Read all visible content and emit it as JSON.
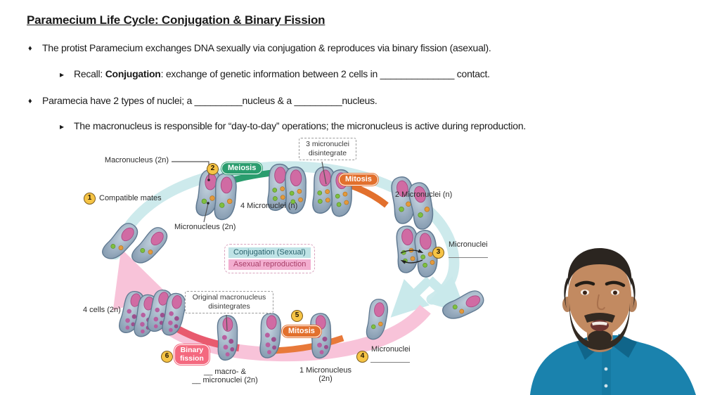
{
  "slide": {
    "title": "Paramecium Life Cycle: Conjugation & Binary Fission",
    "bullet_glyph": "♦",
    "subbullet_glyph": "▸",
    "bullet1": "The protist Paramecium exchanges DNA sexually via conjugation & reproduces via binary fission (asexual).",
    "bullet2_prefix": "Recall: ",
    "bullet2_bold": "Conjugation",
    "bullet2_rest": ": exchange of genetic information between 2 cells in ______________ contact.",
    "bullet3": "Paramecia have 2 types of nuclei; a _________nucleus & a _________nucleus.",
    "bullet4": "The macronucleus is responsible for “day-to-day” operations; the micronucleus is active during reproduction."
  },
  "diagram": {
    "steps": {
      "s1": {
        "num": "1",
        "label": "Compatible mates"
      },
      "s2": {
        "num": "2",
        "label": "Meiosis"
      },
      "s3": {
        "num": "3",
        "label": "Micronuclei"
      },
      "s4": {
        "num": "4",
        "label": "Micronuclei"
      },
      "s5": {
        "num": "5",
        "label": "Mitosis"
      },
      "s6": {
        "num": "6",
        "label_line1": "Binary",
        "label_line2": "fission"
      }
    },
    "pills": {
      "mitosis_top": "Mitosis"
    },
    "labels": {
      "macronucleus_2n": "Macronucleus (2n)",
      "micronucleus_2n": "Micronucleus (2n)",
      "four_micronuclei": "4 Micronuclei (n)",
      "two_micronuclei": "2 Micronuclei (n)",
      "three_micro_line1": "3 micronuclei",
      "three_micro_line2": "disintegrate",
      "orig_macro_line1": "Original macronucleus",
      "orig_macro_line2": "disintegrates",
      "four_cells": "4 cells (2n)",
      "one_micronucleus_line1": "1 Micronucleus",
      "one_micronucleus_line2": "(2n)",
      "macro_micro_line1": "__ macro- &",
      "macro_micro_line2": "__ micronuclei (2n)"
    },
    "legend": {
      "sexual": "Conjugation (Sexual)",
      "asexual": "Asexual reproduction"
    },
    "colors": {
      "meiosis_green": "#2a9d6e",
      "mitosis_orange": "#e2702d",
      "binary_fission_pink": "#f4697f",
      "step_badge_yellow": "#f6c445",
      "conjugation_band_teal": "#cdeaec",
      "asexual_band_pink": "#f8c3d9",
      "binary_segment_red": "#e85a6e",
      "legend_sexual_bg": "#bfe3e6",
      "legend_asexual_bg": "#f3aed0",
      "cell_body_gray_blue": "#9fb2c4",
      "macronucleus_pink": "#d06ba3"
    }
  },
  "presenter": {
    "shirt_color": "#1a82ad"
  }
}
